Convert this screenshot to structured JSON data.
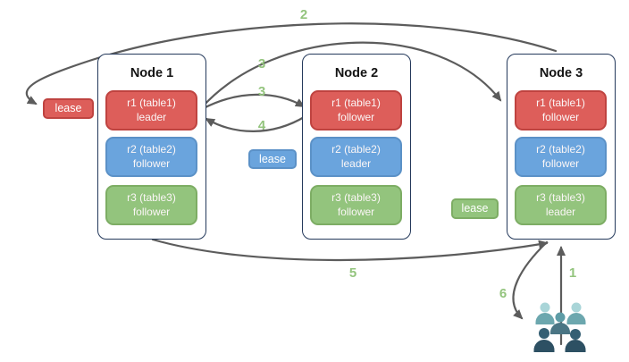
{
  "nodes": [
    {
      "title": "Node 1",
      "replicas": [
        {
          "name": "r1 (table1)",
          "role": "leader",
          "color": "#dd5e5a"
        },
        {
          "name": "r2 (table2)",
          "role": "follower",
          "color": "#6aa4dd"
        },
        {
          "name": "r3 (table3)",
          "role": "follower",
          "color": "#93c47d"
        }
      ]
    },
    {
      "title": "Node 2",
      "replicas": [
        {
          "name": "r1 (table1)",
          "role": "follower",
          "color": "#dd5e5a"
        },
        {
          "name": "r2 (table2)",
          "role": "leader",
          "color": "#6aa4dd"
        },
        {
          "name": "r3 (table3)",
          "role": "follower",
          "color": "#93c47d"
        }
      ]
    },
    {
      "title": "Node 3",
      "replicas": [
        {
          "name": "r1 (table1)",
          "role": "follower",
          "color": "#dd5e5a"
        },
        {
          "name": "r2 (table2)",
          "role": "follower",
          "color": "#6aa4dd"
        },
        {
          "name": "r3 (table3)",
          "role": "leader",
          "color": "#93c47d"
        }
      ]
    }
  ],
  "leases": [
    {
      "label": "lease",
      "color": "#dd5e5a"
    },
    {
      "label": "lease",
      "color": "#6aa4dd"
    },
    {
      "label": "lease",
      "color": "#93c47d"
    }
  ],
  "steps": {
    "s1": "1",
    "s2": "2",
    "s3a": "3",
    "s3b": "3",
    "s4": "4",
    "s5": "5",
    "s6": "6"
  },
  "icons": {
    "users": "users-group-icon"
  },
  "palette": {
    "red": "#dd5e5a",
    "blue": "#6aa4dd",
    "green": "#93c47d",
    "step_label_green": "#93c47d",
    "arrow_gray": "#5c5c5c",
    "node_border_navy": "#24395b",
    "user_light_teal": "#a9d5d8",
    "user_mid_teal": "#5e9ca6",
    "user_dark_slate": "#2d5063"
  }
}
